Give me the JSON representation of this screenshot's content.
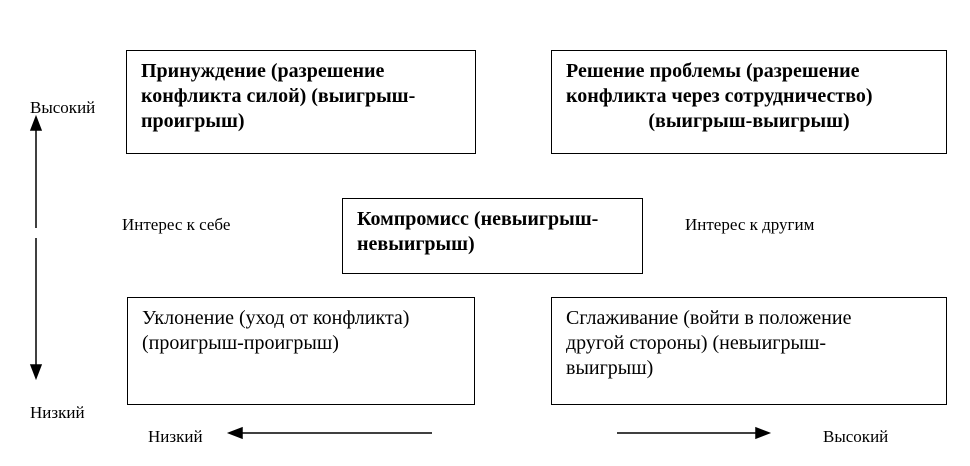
{
  "boxes": {
    "forcing": "Принуждение (разрешение конфликта силой) (выигрыш-проигрыш)",
    "problem_solving_1": "Решение проблемы (разрешение конфликта через сотрудничество)",
    "problem_solving_2": "(выигрыш-выигрыш)",
    "compromise": "Компромисс (невыигрыш-невыигрыш)",
    "avoidance": "Уклонение (уход от конфликта) (проигрыш-проигрыш)",
    "smoothing": "Сглаживание (войти в положение другой стороны) (невыигрыш-выигрыш)"
  },
  "axes": {
    "vertical_high": "Высокий",
    "vertical_low": "Низкий",
    "vertical_title": "Интерес к себе",
    "horizontal_title": "Интерес к другим",
    "horizontal_low": "Низкий",
    "horizontal_high": "Высокий"
  }
}
